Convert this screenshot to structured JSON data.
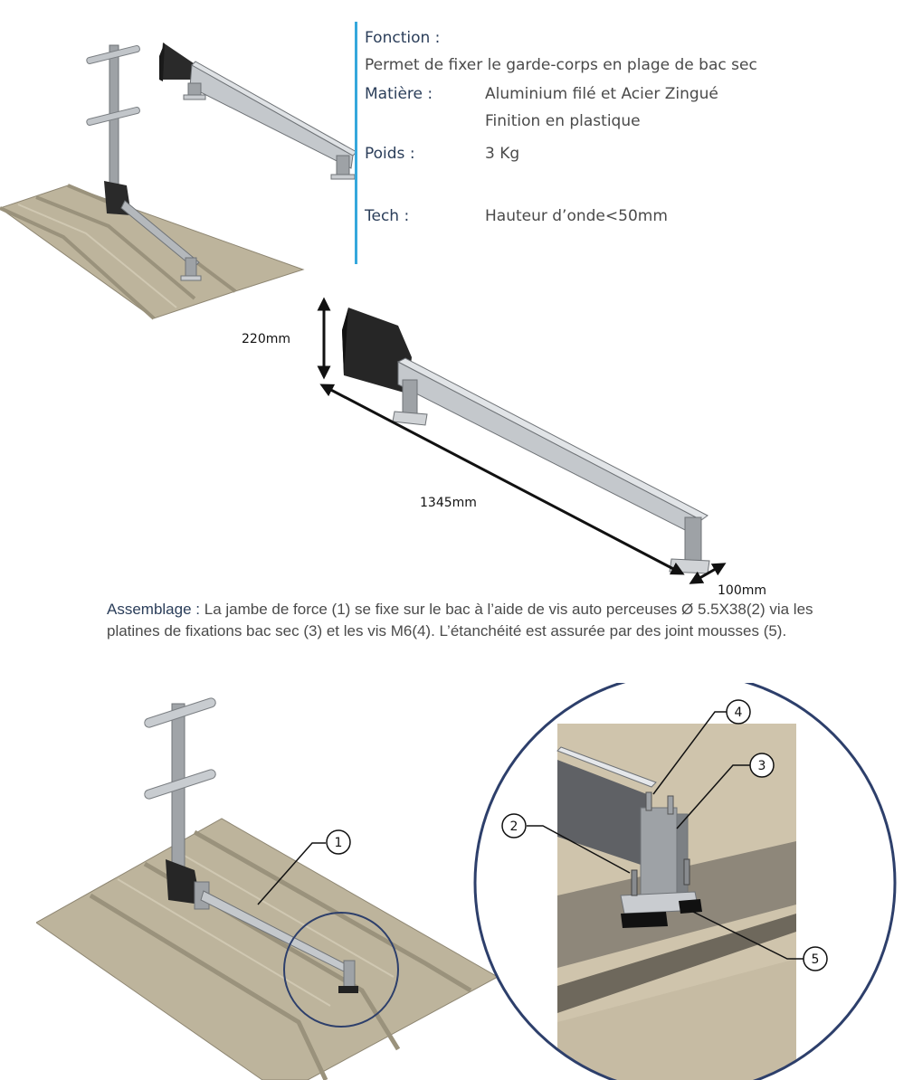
{
  "specs": {
    "fonction_label": "Fonction :",
    "fonction_value": "Permet de fixer le garde-corps en plage de bac sec",
    "matiere_label": "Matière :",
    "matiere_value_1": "Aluminium filé et Acier Zingué",
    "matiere_value_2": "Finition en plastique",
    "poids_label": "Poids :",
    "poids_value": "3 Kg",
    "tech_label": "Tech :",
    "tech_value": "Hauteur d’onde<50mm"
  },
  "dimensions": {
    "height": "220mm",
    "length": "1345mm",
    "width": "100mm"
  },
  "assembly": {
    "label": "Assemblage :",
    "text": "La jambe de force (1) se fixe sur le bac à l’aide de vis auto perceuses Ø 5.5X38(2) via les platines de fixations bac sec (3) et les vis M6(4). L’étanchéité est assurée par des joint mousses (5).",
    "end": "."
  },
  "callouts": {
    "c1": "1",
    "c2": "2",
    "c3": "3",
    "c4": "4",
    "c5": "5"
  },
  "colors": {
    "accent_bar": "#35a8dc",
    "heading": "#2b3e5a",
    "detail_circle": "#2d3f6b"
  }
}
